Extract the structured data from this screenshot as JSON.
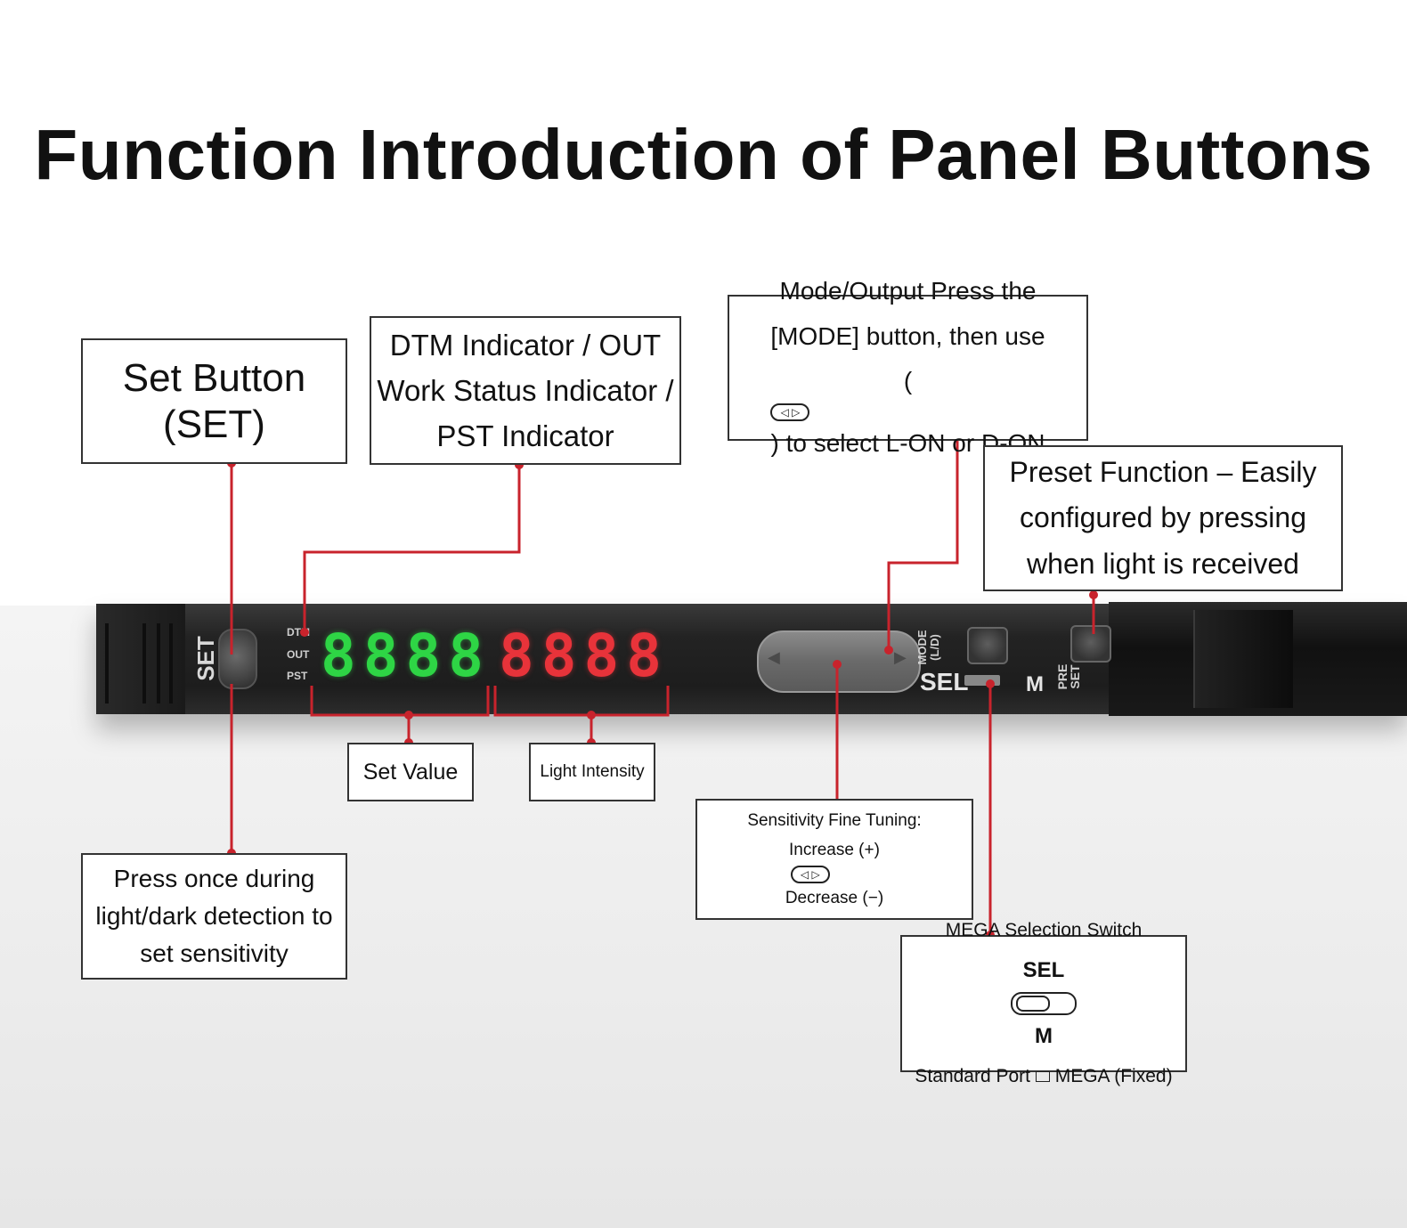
{
  "title": "Function Introduction of Panel Buttons",
  "colors": {
    "leader_line": "#c8232c",
    "green_display": "#2ed545",
    "red_display": "#e8333a"
  },
  "callouts": {
    "set_button": {
      "line1": "Set Button",
      "line2": "(SET)"
    },
    "indicators": {
      "line1": "DTM Indicator / OUT",
      "line2": "Work Status Indicator /",
      "line3": "PST Indicator"
    },
    "mode_output": {
      "line1": "Mode/Output Press the",
      "line2": "[MODE] button, then use",
      "line3_pre": "(",
      "line3_post": ") to select L-ON or D-ON",
      "icon": "rocker-arrows-icon"
    },
    "preset": {
      "line1": "Preset Function – Easily",
      "line2": "configured by pressing",
      "line3": "when light is received"
    },
    "set_value": {
      "label": "Set Value"
    },
    "light_intensity": {
      "label": "Light Intensity"
    },
    "sensitivity": {
      "line1": "Sensitivity Fine Tuning:",
      "increase": "Increase (+)",
      "decrease": "Decrease (−)",
      "icon": "rocker-arrows-icon"
    },
    "set_press": {
      "line1": "Press once during",
      "line2": "light/dark detection to",
      "line3": "set sensitivity"
    },
    "mega": {
      "line1": "MEGA Selection Switch",
      "sel": "SEL",
      "m": "M",
      "line3_pre": "Standard Port",
      "line3_post": "MEGA (Fixed)",
      "icon": "slide-switch-icon"
    }
  },
  "panel": {
    "set_label": "SET",
    "indicators": [
      "DTM",
      "OUT",
      "PST"
    ],
    "set_value_display": "8888",
    "light_intensity_display": "8888",
    "mode_label_line1": "MODE",
    "mode_label_line2": "(L/D)",
    "sel_label": "SEL",
    "m_label": "M",
    "preset_label_line1": "PRE",
    "preset_label_line2": "SET"
  }
}
